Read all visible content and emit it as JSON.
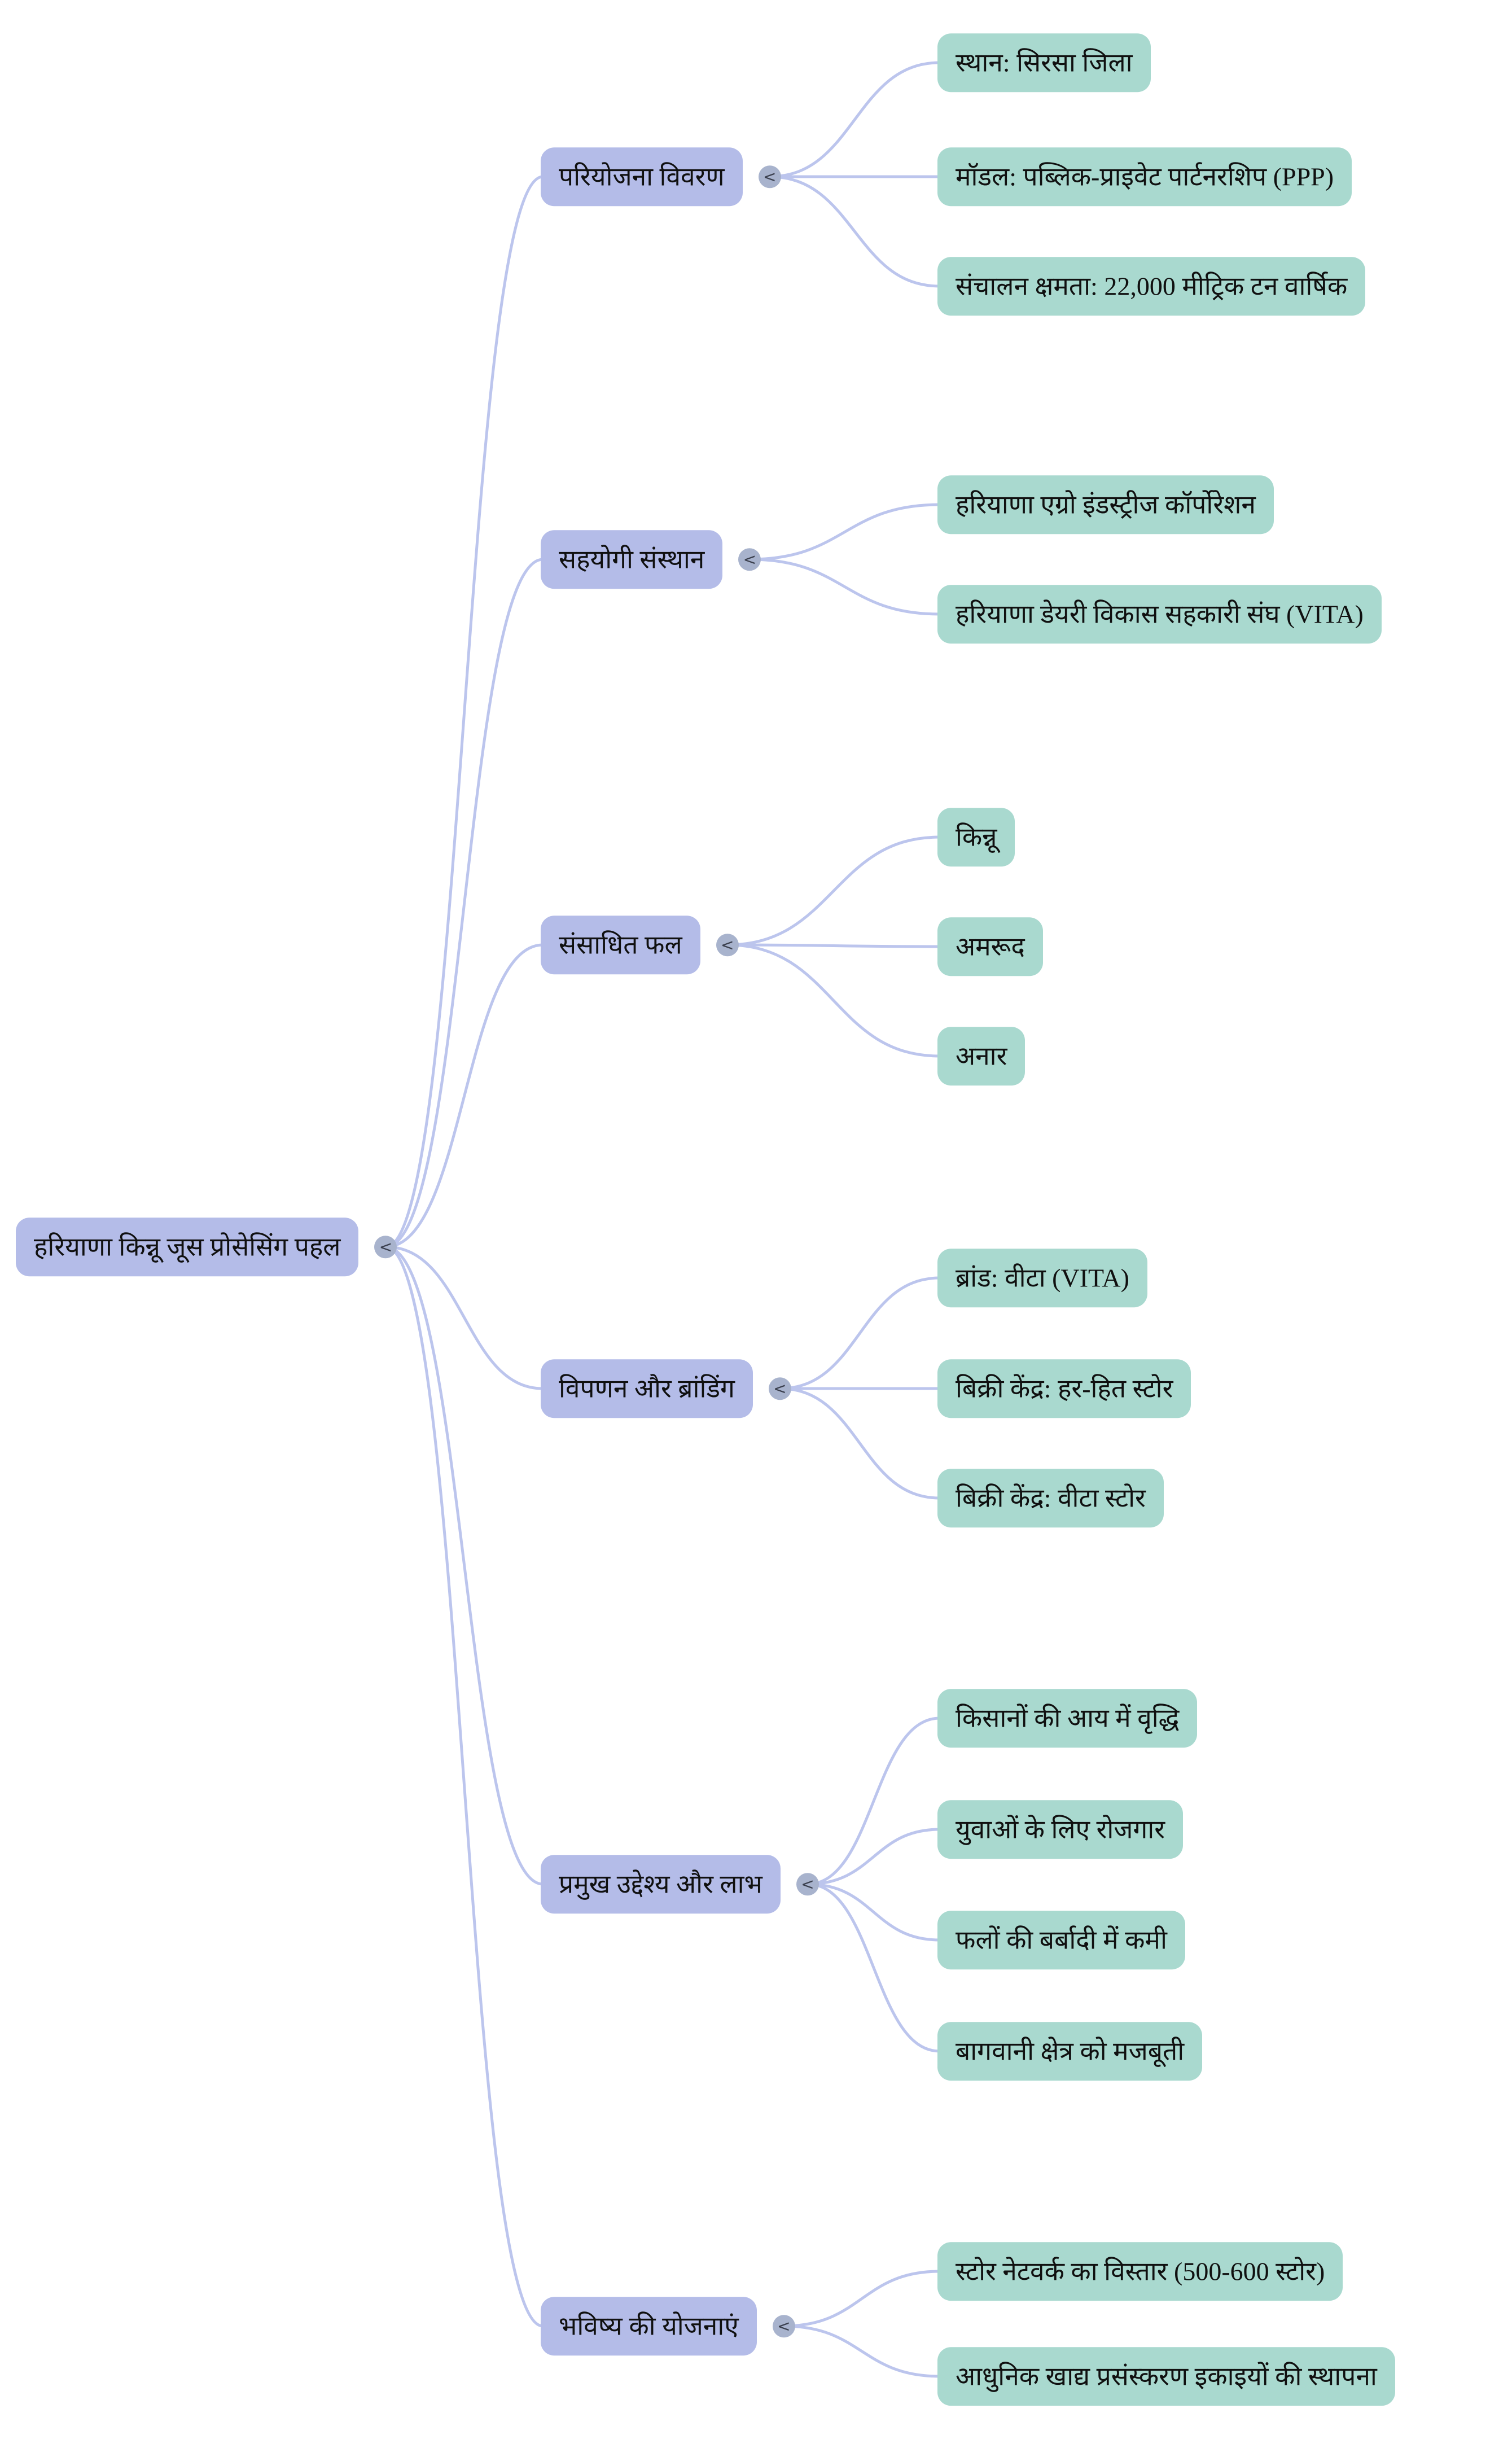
{
  "toggle_symbol": "<",
  "colors": {
    "branch_fill": "#b4bce8",
    "leaf_fill": "#a9d9cf",
    "edge": "#bcc5ed",
    "toggle_fill": "#a8b3cd",
    "text": "#101010"
  },
  "root": {
    "label": "हरियाणा किन्नू जूस प्रोसेसिंग पहल"
  },
  "branches": [
    {
      "label": "परियोजना विवरण",
      "children": [
        "स्थान: सिरसा जिला",
        "मॉडल: पब्लिक-प्राइवेट पार्टनरशिप (PPP)",
        "संचालन क्षमता: 22,000 मीट्रिक टन वार्षिक"
      ]
    },
    {
      "label": "सहयोगी संस्थान",
      "children": [
        "हरियाणा एग्रो इंडस्ट्रीज कॉर्पोरेशन",
        "हरियाणा डेयरी विकास सहकारी संघ (VITA)"
      ]
    },
    {
      "label": "संसाधित फल",
      "children": [
        "किन्नू",
        "अमरूद",
        "अनार"
      ]
    },
    {
      "label": "विपणन और ब्रांडिंग",
      "children": [
        "ब्रांड: वीटा (VITA)",
        "बिक्री केंद्र: हर-हित स्टोर",
        "बिक्री केंद्र: वीटा स्टोर"
      ]
    },
    {
      "label": "प्रमुख उद्देश्य और लाभ",
      "children": [
        "किसानों की आय में वृद्धि",
        "युवाओं के लिए रोजगार",
        "फलों की बर्बादी में कमी",
        "बागवानी क्षेत्र को मजबूती"
      ]
    },
    {
      "label": "भविष्य की योजनाएं",
      "children": [
        "स्टोर नेटवर्क का विस्तार (500-600 स्टोर)",
        "आधुनिक खाद्य प्रसंस्करण इकाइयों की स्थापना"
      ]
    }
  ]
}
